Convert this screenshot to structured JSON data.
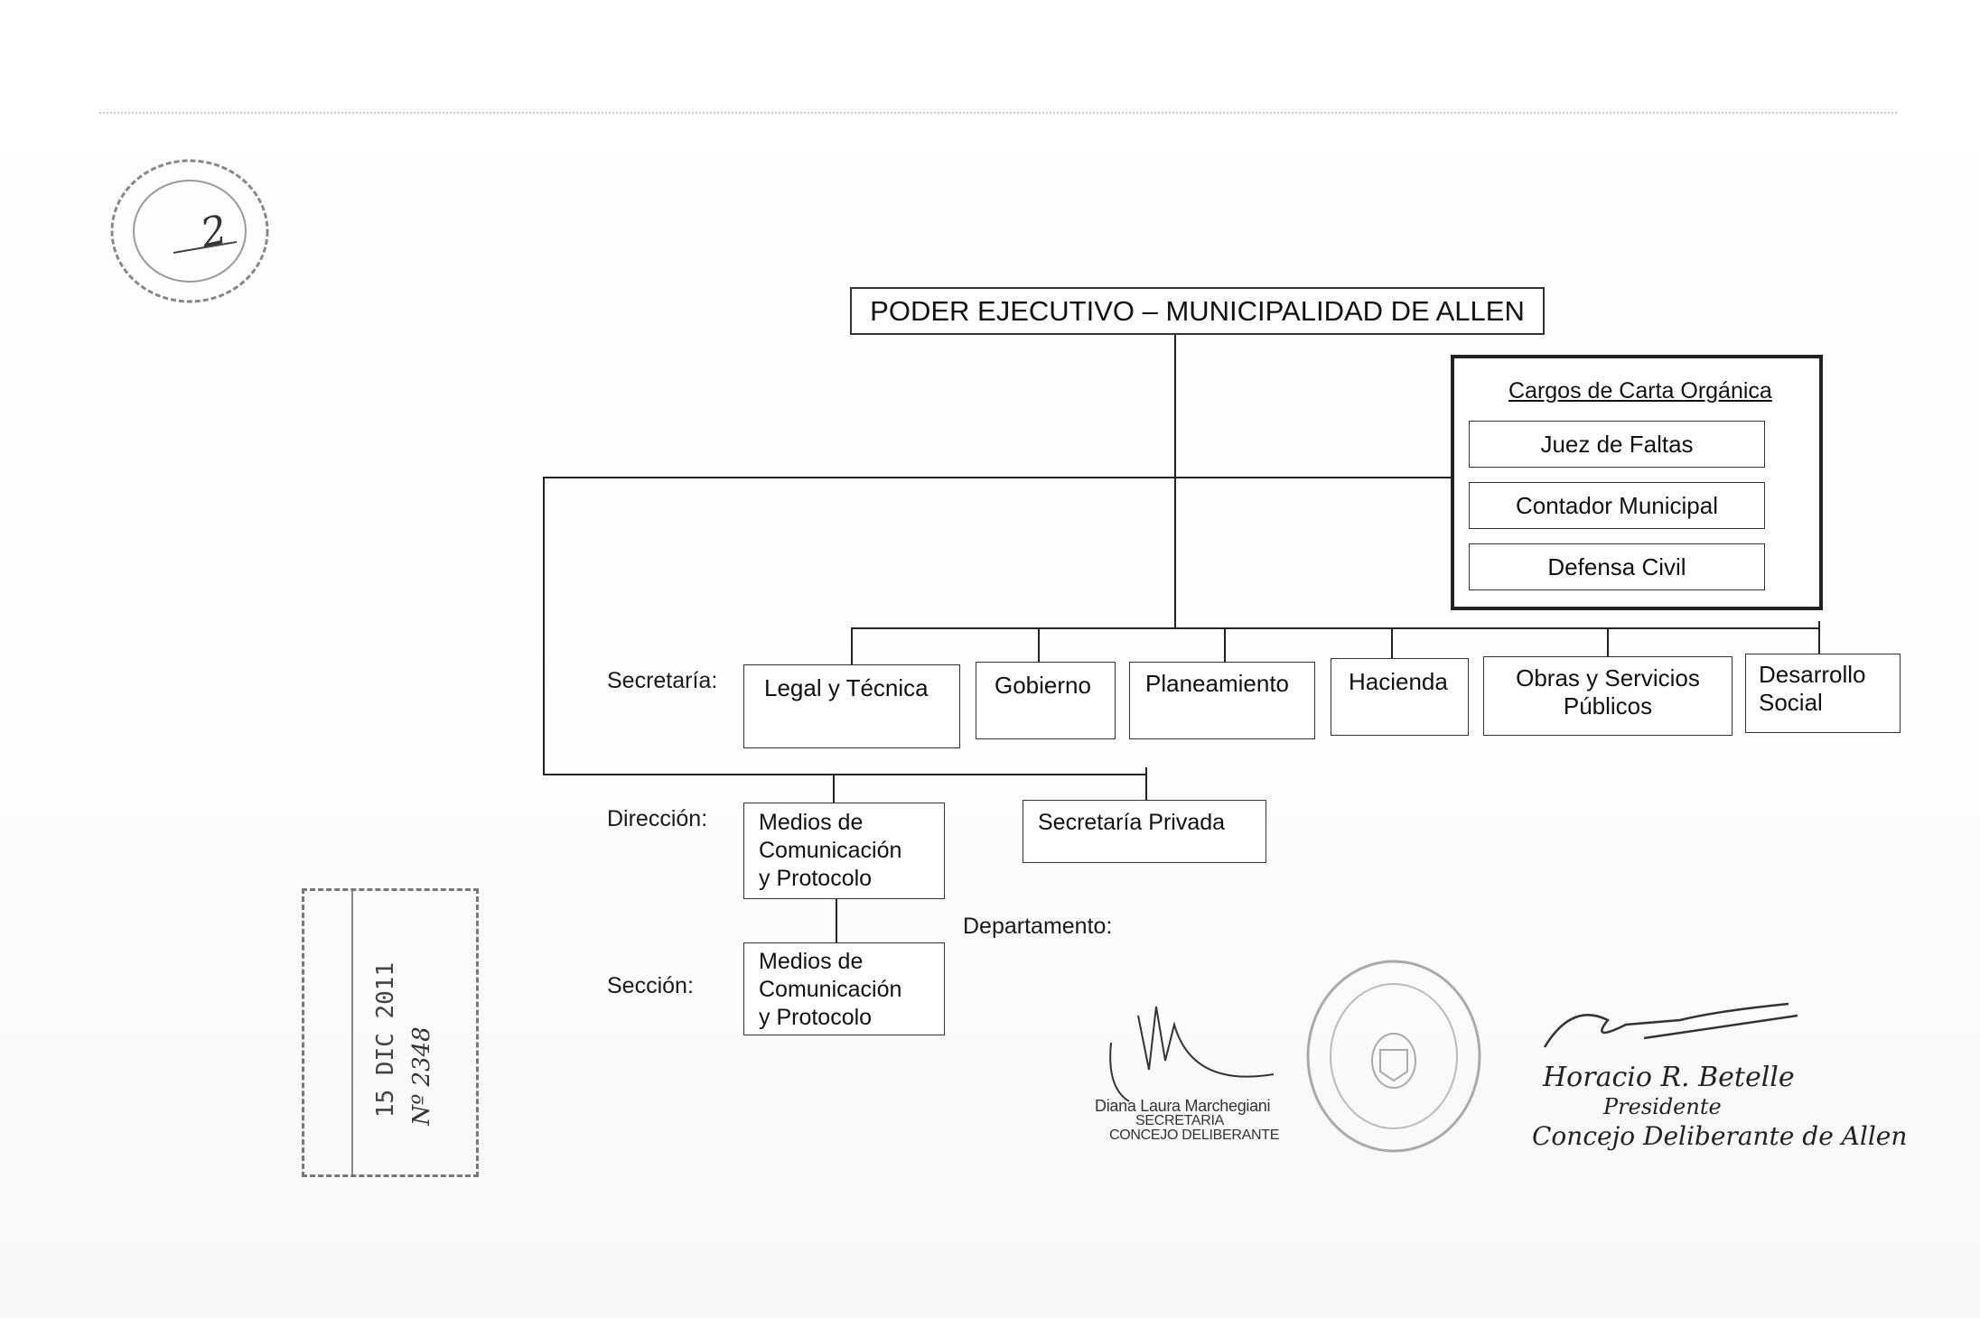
{
  "title": "PODER EJECUTIVO – MUNICIPALIDAD DE ALLEN",
  "carta": {
    "title": "Cargos de Carta Orgánica",
    "items": [
      "Juez de Faltas",
      "Contador Municipal",
      "Defensa Civil"
    ]
  },
  "labels": {
    "secretaria": "Secretaría:",
    "direccion": "Dirección:",
    "departamento": "Departamento:",
    "seccion": "Sección:"
  },
  "secretarias": [
    [
      "Legal y Técnica"
    ],
    [
      "Gobierno"
    ],
    [
      "Planeamiento"
    ],
    [
      "Hacienda"
    ],
    [
      "Obras y Servicios",
      "Públicos"
    ],
    [
      "Desarrollo",
      "Social"
    ]
  ],
  "direcciones": {
    "medios": [
      "Medios de",
      "Comunicación",
      "y Protocolo"
    ],
    "privada": "Secretaría Privada"
  },
  "seccion_box": [
    "Medios de",
    "Comunicación",
    "y Protocolo"
  ],
  "stamps": {
    "folio_number": "2",
    "entry_date": "15 DIC 2011",
    "entry_number": "Nº 2348"
  },
  "signatures": {
    "left_name": "Diana Laura Marchegiani",
    "left_role": "SECRETARIA",
    "left_org": "CONCEJO DELIBERANTE",
    "right_line1": "Horacio R. Betelle",
    "right_line2": "Presidente",
    "right_line3": "Concejo Deliberante de Allen"
  }
}
